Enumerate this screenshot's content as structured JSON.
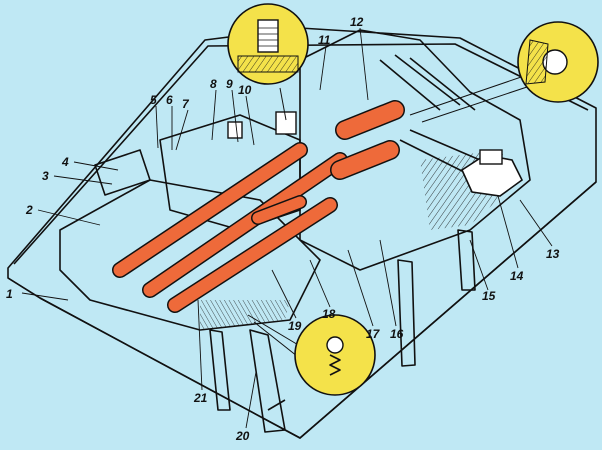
{
  "colors": {
    "background": "#bfe8f4",
    "housing": "#ffffff",
    "shaft": "#ee6a3a",
    "detail_circle": "#f4e24a",
    "outline": "#111111"
  },
  "callouts": [
    {
      "id": "1",
      "label": "1"
    },
    {
      "id": "2",
      "label": "2"
    },
    {
      "id": "3",
      "label": "3"
    },
    {
      "id": "4",
      "label": "4"
    },
    {
      "id": "5",
      "label": "5"
    },
    {
      "id": "6",
      "label": "6"
    },
    {
      "id": "7",
      "label": "7"
    },
    {
      "id": "8",
      "label": "8"
    },
    {
      "id": "9",
      "label": "9"
    },
    {
      "id": "10",
      "label": "10"
    },
    {
      "id": "11",
      "label": "11"
    },
    {
      "id": "12",
      "label": "12"
    },
    {
      "id": "13",
      "label": "13"
    },
    {
      "id": "14",
      "label": "14"
    },
    {
      "id": "15",
      "label": "15"
    },
    {
      "id": "16",
      "label": "16"
    },
    {
      "id": "17",
      "label": "17"
    },
    {
      "id": "18",
      "label": "18"
    },
    {
      "id": "19",
      "label": "19"
    },
    {
      "id": "20",
      "label": "20"
    },
    {
      "id": "21",
      "label": "21"
    }
  ]
}
